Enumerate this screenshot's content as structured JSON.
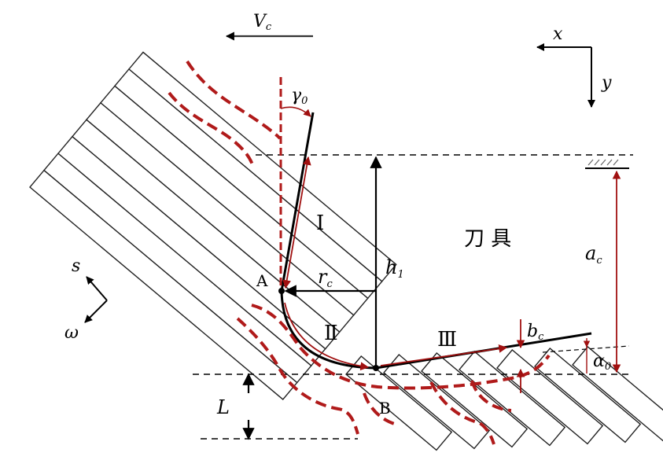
{
  "labels": {
    "velocity": "V",
    "velocity_sub": "c",
    "axis_x": "x",
    "axis_y": "y",
    "gamma": "γ",
    "gamma_sub": "0",
    "zone_1": "Ⅰ",
    "zone_2": "Ⅱ",
    "zone_3": "Ⅲ",
    "tool_text": "刀 具",
    "h": "h",
    "h_sub": "1",
    "r": "r",
    "r_sub": "c",
    "a": "a",
    "a_sub": "c",
    "point_a": "A",
    "point_b": "B",
    "s": "s",
    "omega": "ω",
    "b": "b",
    "b_sub": "c",
    "alpha": "α",
    "alpha_sub": "0",
    "L": "L"
  },
  "colors": {
    "line": "#000000",
    "dimension": "#a01010",
    "shear_curve": "#b01a1a",
    "hatch": "#666666"
  }
}
